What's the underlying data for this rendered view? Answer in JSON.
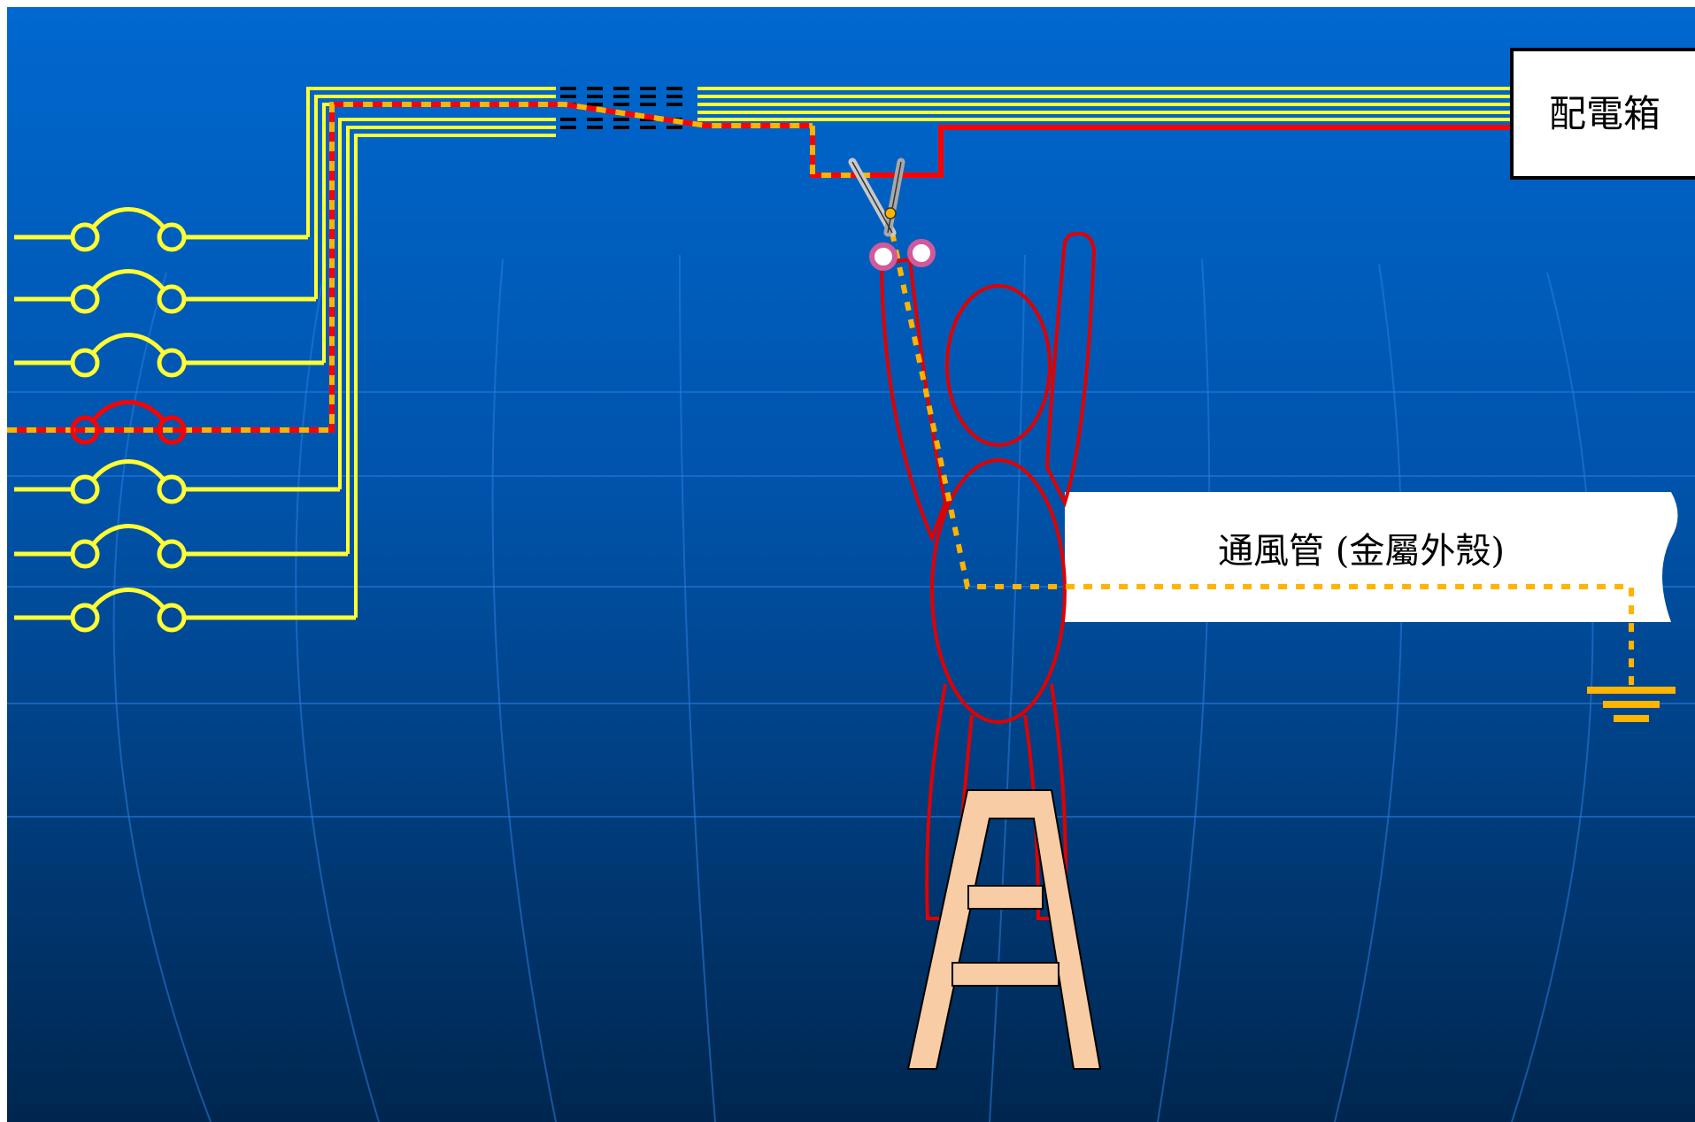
{
  "panel_label": "配電箱",
  "duct_label": "通風管 (金屬外殼)",
  "colors": {
    "bg_top": "#0066cc",
    "bg_bottom": "#00264d",
    "wire": "#ffff33",
    "fault": "#ff0000",
    "leak": "#ffb400",
    "body": "#e00000",
    "ladder": "#f8cca5"
  },
  "icons": [
    "lamp-icon",
    "scissors-icon",
    "ground-icon",
    "person-figure",
    "ladder-icon"
  ]
}
